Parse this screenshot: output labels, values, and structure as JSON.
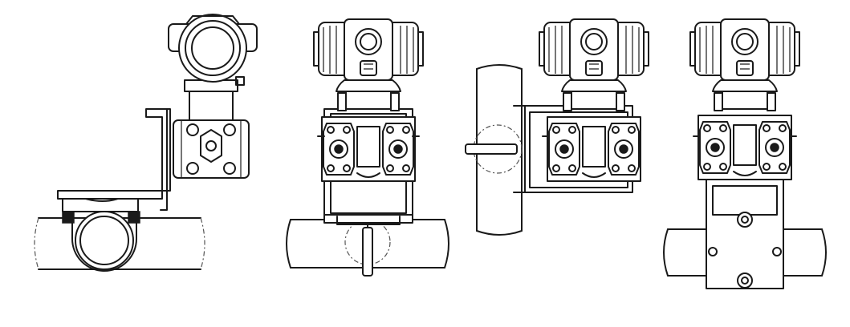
{
  "diagram": {
    "type": "technical-line-drawing",
    "subject": "pressure-transmitter-mounting-views",
    "line_color": "#1a1a1a",
    "background": "#ffffff",
    "views": [
      {
        "id": "pipe-mount-side-view"
      },
      {
        "id": "horizontal-pipe-front-view"
      },
      {
        "id": "vertical-pipe-mount-view"
      },
      {
        "id": "horizontal-pipe-flat-bracket-view"
      }
    ]
  }
}
